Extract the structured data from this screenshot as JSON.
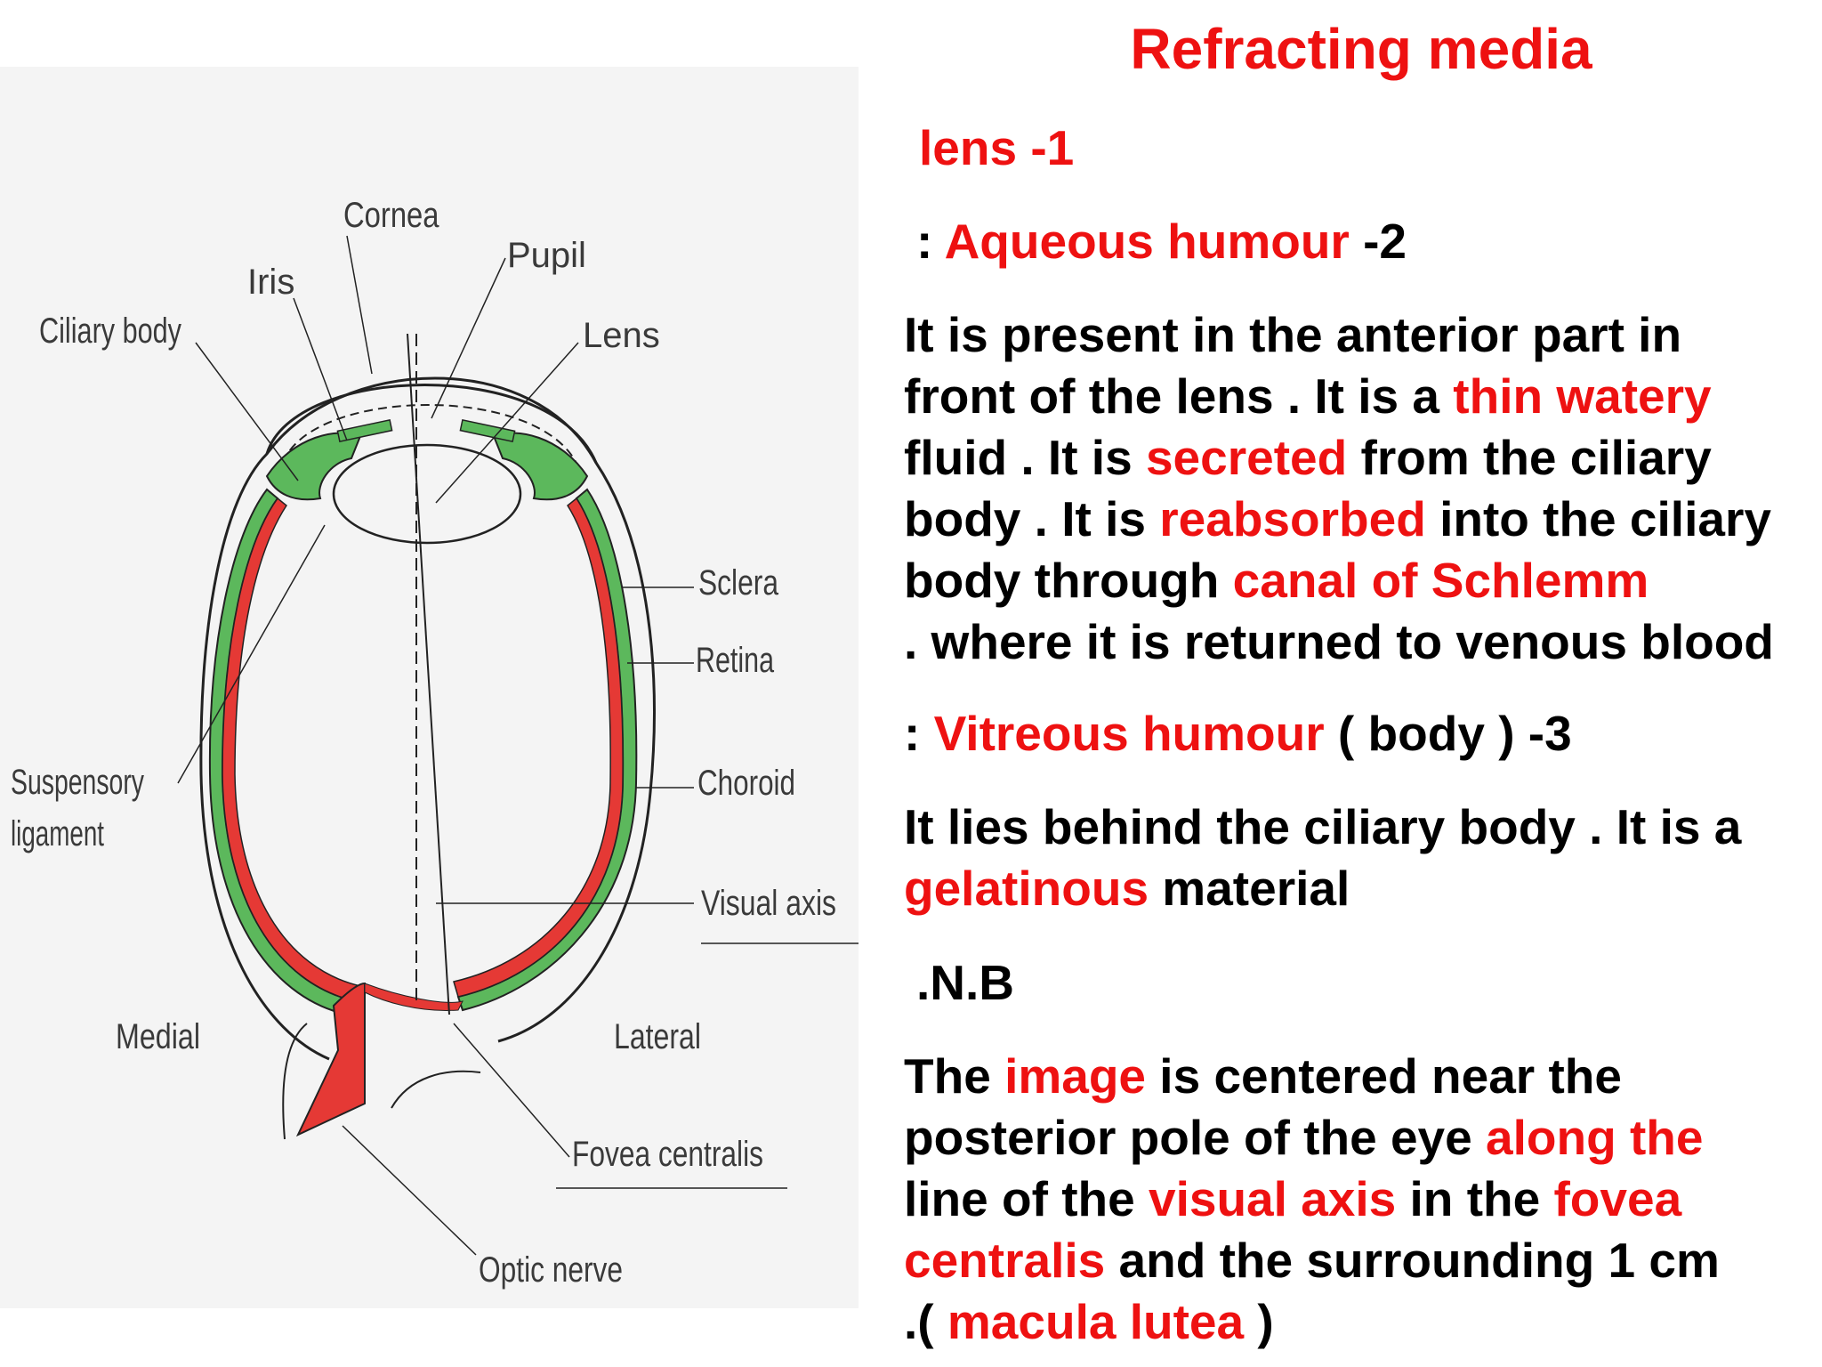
{
  "colors": {
    "accent_red": "#ee1111",
    "ciliary_green": "#5cb85c",
    "retina_red": "#e53935"
  },
  "diagram": {
    "labels": {
      "cornea": "Cornea",
      "pupil": "Pupil",
      "iris": "Iris",
      "ciliary_body": "Ciliary body",
      "lens": "Lens",
      "sclera": "Sclera",
      "retina": "Retina",
      "choroid": "Choroid",
      "suspensory_1": "Suspensory",
      "suspensory_2": "ligament",
      "visual_axis": "Visual axis",
      "medial": "Medial",
      "lateral": "Lateral",
      "fovea": "Fovea centralis",
      "optic_nerve": "Optic nerve"
    }
  },
  "text": {
    "title": "Refracting media",
    "item1": "lens -1",
    "item2": {
      "prefix": ": ",
      "name": "Aqueous humour",
      "suffix": " -2"
    },
    "para1": {
      "l1": "It is present in the anterior part in",
      "l2a": "front of the lens . It is a ",
      "l2b": "thin watery",
      "l3a": "fluid . It is ",
      "l3b": "secreted",
      "l3c": " from the ciliary",
      "l4a": "body . It is ",
      "l4b": "reabsorbed",
      "l4c": " into the ciliary",
      "l5a": "body through ",
      "l5b": "canal of Schlemm",
      "l6": ". where it is returned to venous blood"
    },
    "item3": {
      "prefix": ": ",
      "name": "Vitreous humour",
      "suffix": " ( body ) -3"
    },
    "para2": {
      "l1": "It lies behind the ciliary body . It is a",
      "l2a": "gelatinous",
      "l2b": " material"
    },
    "nb": ".N.B",
    "para3": {
      "l1a": "The ",
      "l1b": "image",
      "l1c": " is centered near the",
      "l2a": "posterior pole of the eye ",
      "l2b": "along the",
      "l3a": "line of the ",
      "l3b": "visual axis",
      "l3c": " in the ",
      "l3d": "fovea",
      "l4a": "centralis",
      "l4b": " and the surrounding 1 cm",
      "l5a": ".( ",
      "l5b": "macula lutea",
      "l5c": " )"
    }
  }
}
